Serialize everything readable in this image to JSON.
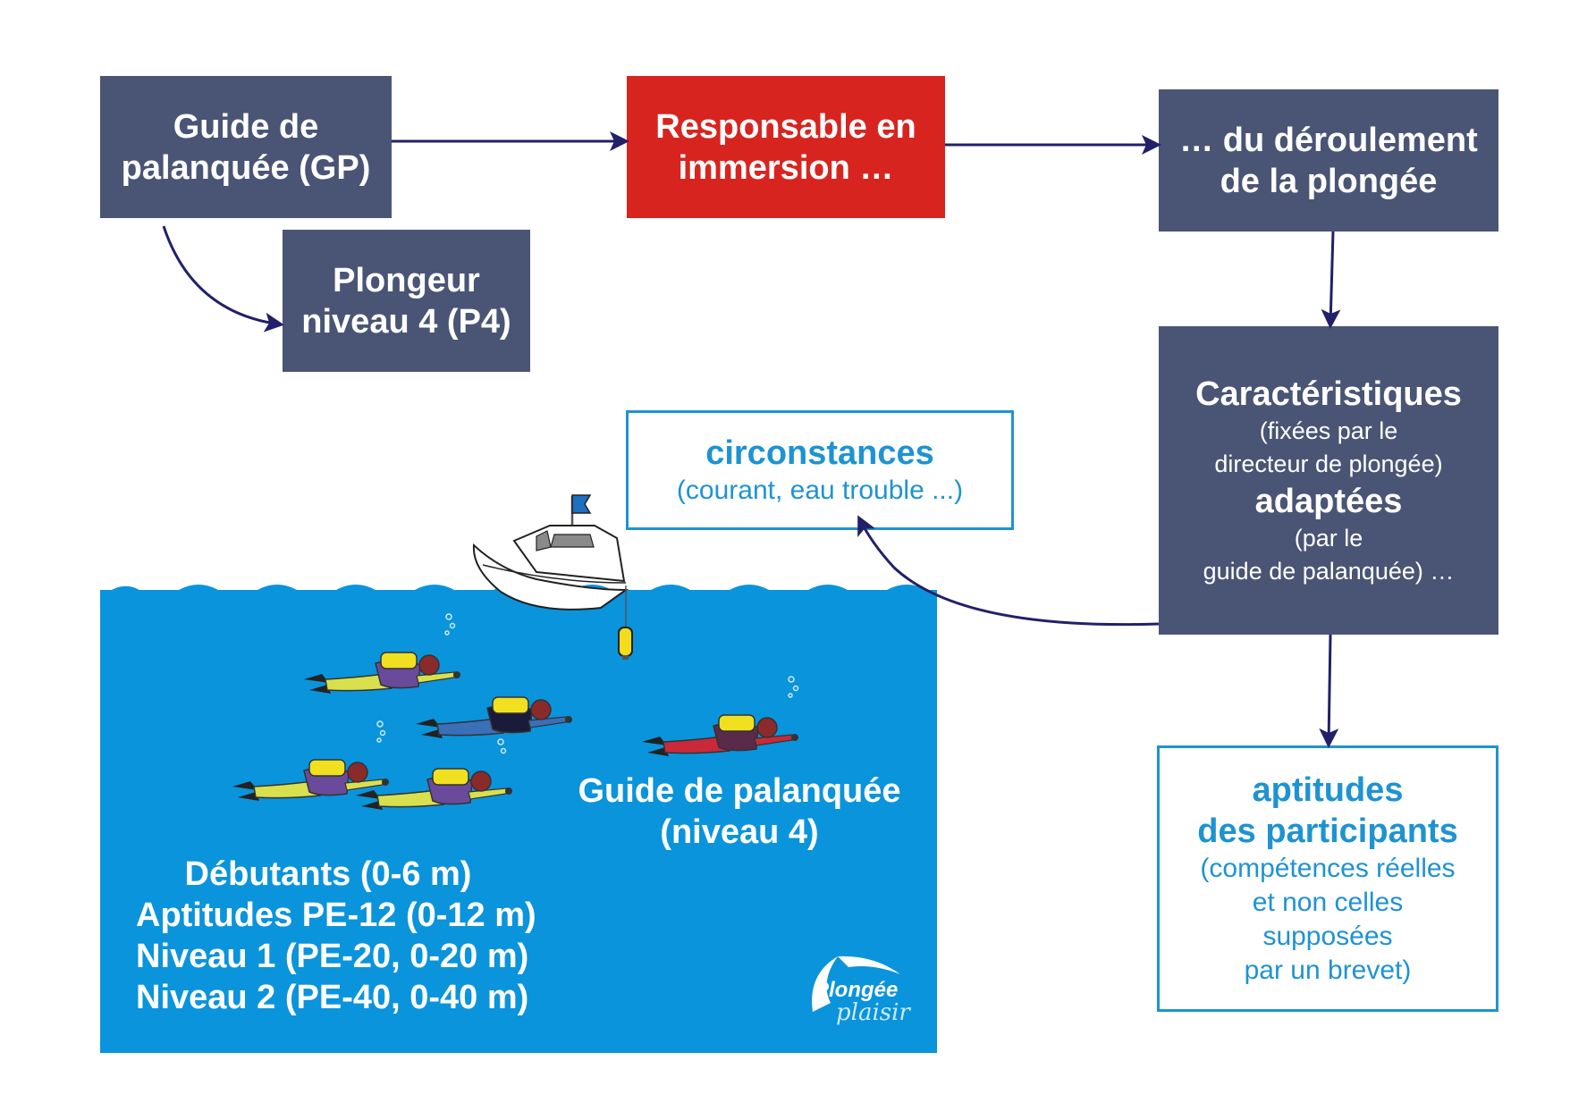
{
  "boxes": {
    "guide_gp": [
      "Guide de",
      "palanquée (GP)"
    ],
    "responsable": [
      "Responsable en",
      "immersion …"
    ],
    "deroulement": [
      "… du déroulement",
      "de la plongée"
    ],
    "plongeur_p4": [
      "Plongeur",
      "niveau 4 (P4)"
    ],
    "caracteristiques": {
      "title": "Caractéristiques",
      "fixees": [
        "(fixées par le",
        "directeur de plongée)"
      ],
      "adaptees": "adaptées",
      "par": [
        "(par le",
        "guide de palanquée) …"
      ]
    },
    "circonstances": {
      "title": "circonstances",
      "detail": "(courant, eau trouble ...)"
    },
    "aptitudes": {
      "title": [
        "aptitudes",
        "des participants"
      ],
      "detail": [
        "(compétences réelles",
        "et non celles",
        "supposées",
        "par un brevet)"
      ]
    }
  },
  "sea": {
    "guide_label": [
      "Guide de palanquée",
      "(niveau 4)"
    ],
    "levels": [
      "Débutants (0-6 m)",
      "Aptitudes PE-12 (0-12 m)",
      "Niveau 1 (PE-20, 0-20 m)",
      "Niveau 2 (PE-40, 0-40 m)"
    ],
    "logo": {
      "line1": "Plongée",
      "line2": "plaisir"
    }
  },
  "colors": {
    "dark_box": "#4a5575",
    "red_box": "#d8241f",
    "outline_blue": "#1e93d2",
    "sea_blue": "#0a94dc",
    "arrow": "#22206a"
  },
  "icons": [
    "boat-icon",
    "buoy-icon",
    "diver-icon"
  ]
}
